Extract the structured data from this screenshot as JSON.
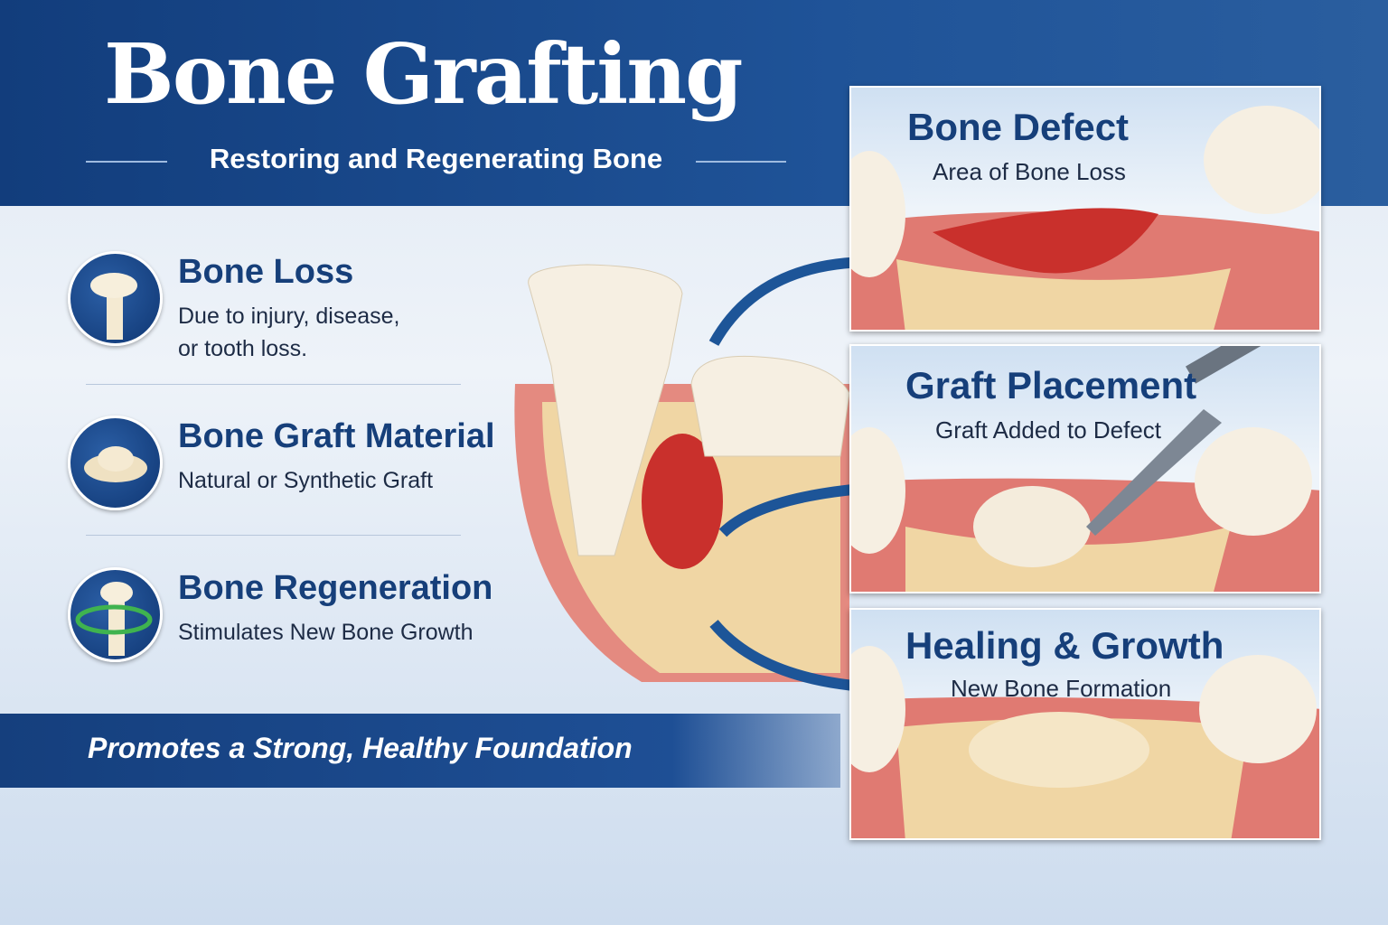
{
  "header": {
    "title": "Bone Grafting",
    "subtitle": "Restoring and Regenerating Bone"
  },
  "items": [
    {
      "title": "Bone Loss",
      "desc": [
        "Due to injury, disease,",
        "or tooth loss."
      ],
      "icon": "bone-icon"
    },
    {
      "title": "Bone Graft Material",
      "desc": [
        "Natural or Synthetic Graft"
      ],
      "icon": "graft-granules-icon"
    },
    {
      "title": "Bone Regeneration",
      "desc": [
        "Stimulates New Bone Growth"
      ],
      "icon": "bone-growth-icon"
    }
  ],
  "banner": "Promotes a Strong, Healthy Foundation",
  "panels": [
    {
      "title": "Bone Defect",
      "subtitle": "Area of Bone Loss"
    },
    {
      "title": "Graft Placement",
      "subtitle": "Graft Added to Defect"
    },
    {
      "title": "Healing & Growth",
      "subtitle": "New Bone Formation"
    }
  ],
  "colors": {
    "primary": "#163f7a",
    "gum": "#e07a72",
    "bone": "#f2dcae",
    "graft_red": "#c9302c"
  }
}
